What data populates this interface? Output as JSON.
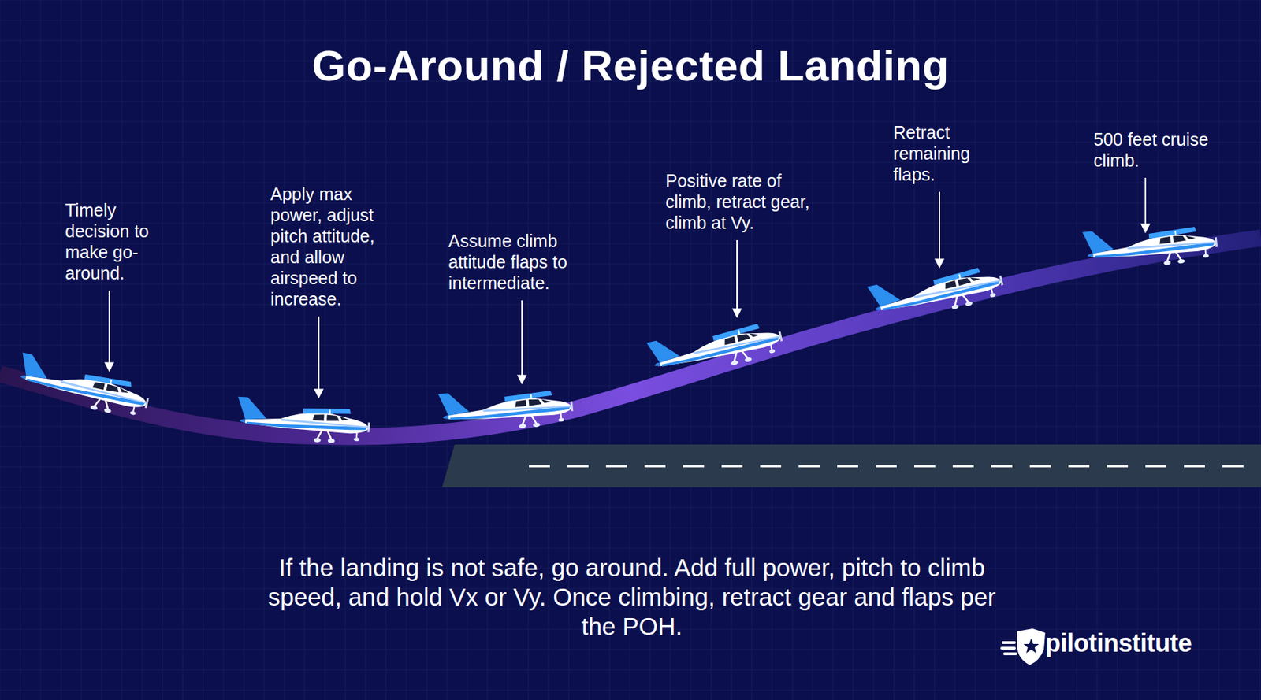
{
  "diagram": {
    "title": "Go-Around / Rejected Landing",
    "caption": "If the landing is not safe, go around. Add full power, pitch to climb speed, and hold Vx or Vy. Once climbing, retract gear and flaps per the POH.",
    "labels": [
      "Timely decision to make go-around.",
      "Apply max power, adjust pitch attitude, and allow airspeed to increase.",
      "Assume climb attitude flaps to intermediate.",
      "Positive rate of climb, retract gear, climb at Vy.",
      "Retract remaining flaps.",
      "500 feet cruise climb.",
      "pilotinstitute"
    ]
  }
}
